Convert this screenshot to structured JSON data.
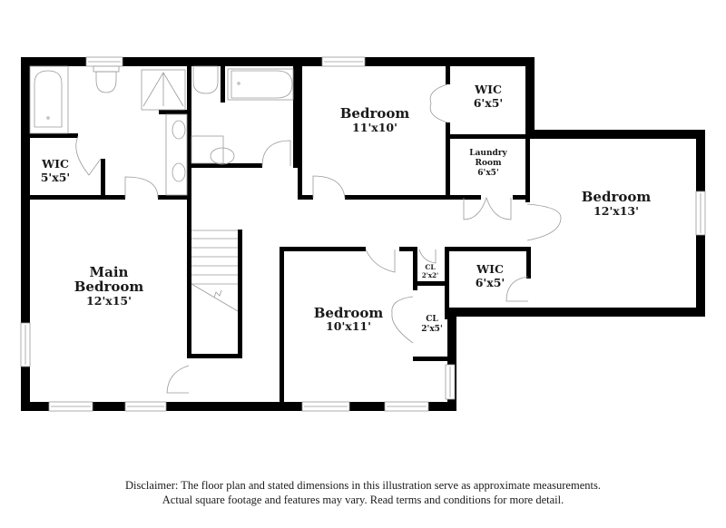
{
  "floor_plan": {
    "rooms": [
      {
        "id": "main-bedroom",
        "name": "Main Bedroom",
        "line1": "Main",
        "line2": "Bedroom",
        "dims": "12'x15'"
      },
      {
        "id": "wic-main",
        "name": "WIC",
        "dims": "5'x5'"
      },
      {
        "id": "bedroom-2",
        "name": "Bedroom",
        "dims": "11'x10'"
      },
      {
        "id": "wic-bedroom-2",
        "name": "WIC",
        "dims": "6'x5'"
      },
      {
        "id": "laundry",
        "line1": "Laundry",
        "line2": "Room",
        "dims": "6'x5'"
      },
      {
        "id": "bedroom-3",
        "name": "Bedroom",
        "dims": "12'x13'"
      },
      {
        "id": "wic-bedroom-3",
        "name": "WIC",
        "dims": "6'x5'"
      },
      {
        "id": "bedroom-4",
        "name": "Bedroom",
        "dims": "10'x11'"
      },
      {
        "id": "closet-small",
        "name": "CL",
        "dims": "2'x2'"
      },
      {
        "id": "closet-bedroom-4",
        "name": "CL",
        "dims": "2'x5'"
      }
    ]
  },
  "disclaimer": {
    "line1": "Disclaimer: The floor plan and stated dimensions in this illustration serve as approximate measurements.",
    "line2": "Actual square footage and features may vary. Read terms and conditions for more detail."
  }
}
